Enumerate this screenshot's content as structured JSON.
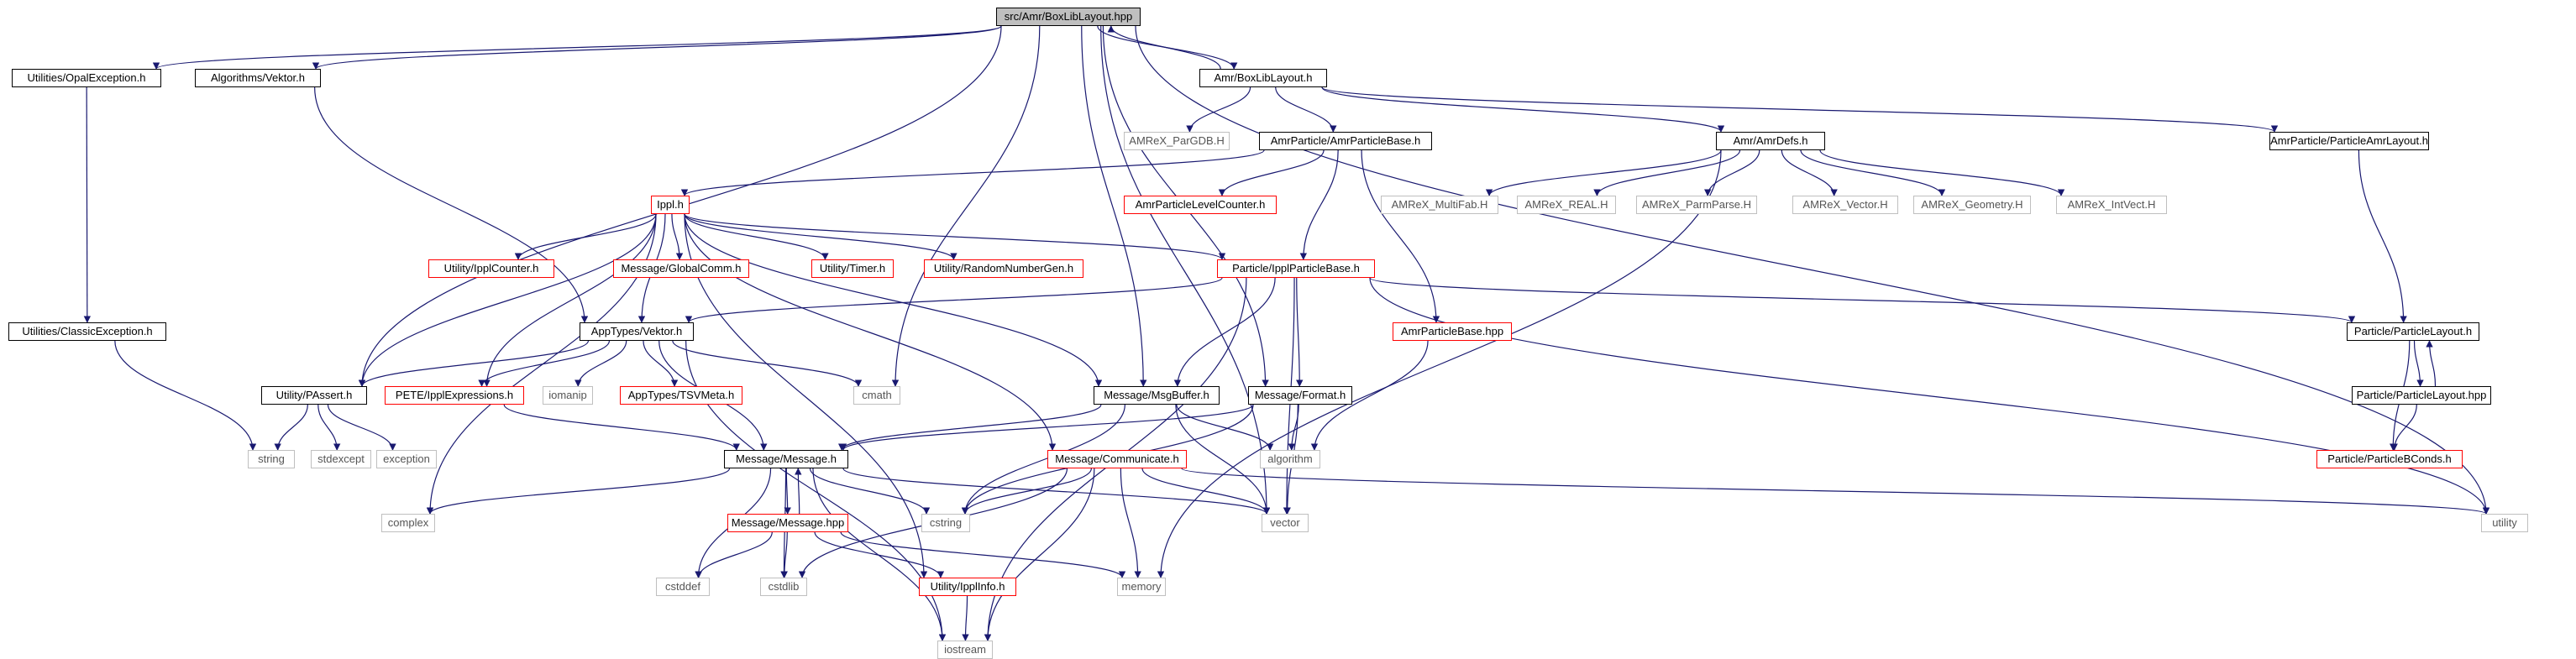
{
  "graph": {
    "title": "src/Amr/BoxLibLayout.hpp",
    "edge_color": "#191970",
    "colors": {
      "documented_border": "#000000",
      "truncated_border": "#ff0000",
      "external_border": "#bfbfbf",
      "root_fill": "#bfbfbf"
    },
    "nodes": [
      {
        "id": "root",
        "label": "src/Amr/BoxLibLayout.hpp",
        "kind": "root"
      },
      {
        "id": "opalexc",
        "label": "Utilities/OpalException.h",
        "kind": "doc"
      },
      {
        "id": "algvektor",
        "label": "Algorithms/Vektor.h",
        "kind": "doc"
      },
      {
        "id": "amrbll",
        "label": "Amr/BoxLibLayout.h",
        "kind": "doc"
      },
      {
        "id": "pargdb",
        "label": "AMReX_ParGDB.H",
        "kind": "ext"
      },
      {
        "id": "amrpb",
        "label": "AmrParticle/AmrParticleBase.h",
        "kind": "doc"
      },
      {
        "id": "amrdefs",
        "label": "Amr/AmrDefs.h",
        "kind": "doc"
      },
      {
        "id": "pal",
        "label": "AmrParticle/ParticleAmrLayout.h",
        "kind": "doc"
      },
      {
        "id": "ippl",
        "label": "Ippl.h",
        "kind": "trunc"
      },
      {
        "id": "aplc",
        "label": "AmrParticleLevelCounter.h",
        "kind": "trunc"
      },
      {
        "id": "multifab",
        "label": "AMReX_MultiFab.H",
        "kind": "ext"
      },
      {
        "id": "real",
        "label": "AMReX_REAL.H",
        "kind": "ext"
      },
      {
        "id": "parmparse",
        "label": "AMReX_ParmParse.H",
        "kind": "ext"
      },
      {
        "id": "amrvector",
        "label": "AMReX_Vector.H",
        "kind": "ext"
      },
      {
        "id": "geometry",
        "label": "AMReX_Geometry.H",
        "kind": "ext"
      },
      {
        "id": "intvect",
        "label": "AMReX_IntVect.H",
        "kind": "ext"
      },
      {
        "id": "ipplcounter",
        "label": "Utility/IpplCounter.h",
        "kind": "trunc"
      },
      {
        "id": "globalcomm",
        "label": "Message/GlobalComm.h",
        "kind": "trunc"
      },
      {
        "id": "timer",
        "label": "Utility/Timer.h",
        "kind": "trunc"
      },
      {
        "id": "rng",
        "label": "Utility/RandomNumberGen.h",
        "kind": "trunc"
      },
      {
        "id": "ipb",
        "label": "Particle/IpplParticleBase.h",
        "kind": "trunc"
      },
      {
        "id": "classicexc",
        "label": "Utilities/ClassicException.h",
        "kind": "doc"
      },
      {
        "id": "aptvektor",
        "label": "AppTypes/Vektor.h",
        "kind": "doc"
      },
      {
        "id": "apbhpp",
        "label": "AmrParticleBase.hpp",
        "kind": "trunc"
      },
      {
        "id": "playout",
        "label": "Particle/ParticleLayout.h",
        "kind": "doc"
      },
      {
        "id": "passert",
        "label": "Utility/PAssert.h",
        "kind": "doc"
      },
      {
        "id": "ipplexpr",
        "label": "PETE/IpplExpressions.h",
        "kind": "trunc"
      },
      {
        "id": "iomanip",
        "label": "iomanip",
        "kind": "ext"
      },
      {
        "id": "tsvmeta",
        "label": "AppTypes/TSVMeta.h",
        "kind": "trunc"
      },
      {
        "id": "cmath",
        "label": "cmath",
        "kind": "ext"
      },
      {
        "id": "msgbuffer",
        "label": "Message/MsgBuffer.h",
        "kind": "doc"
      },
      {
        "id": "format",
        "label": "Message/Format.h",
        "kind": "doc"
      },
      {
        "id": "playouthpp",
        "label": "Particle/ParticleLayout.hpp",
        "kind": "doc"
      },
      {
        "id": "string",
        "label": "string",
        "kind": "ext"
      },
      {
        "id": "stdexcept",
        "label": "stdexcept",
        "kind": "ext"
      },
      {
        "id": "exception",
        "label": "exception",
        "kind": "ext"
      },
      {
        "id": "messageh",
        "label": "Message/Message.h",
        "kind": "doc"
      },
      {
        "id": "communicate",
        "label": "Message/Communicate.h",
        "kind": "trunc"
      },
      {
        "id": "algorithm",
        "label": "algorithm",
        "kind": "ext"
      },
      {
        "id": "pbconds",
        "label": "Particle/ParticleBConds.h",
        "kind": "trunc"
      },
      {
        "id": "messagehpp",
        "label": "Message/Message.hpp",
        "kind": "trunc"
      },
      {
        "id": "complex",
        "label": "complex",
        "kind": "ext"
      },
      {
        "id": "cstring",
        "label": "cstring",
        "kind": "ext"
      },
      {
        "id": "vector",
        "label": "vector",
        "kind": "ext"
      },
      {
        "id": "utility",
        "label": "utility",
        "kind": "ext"
      },
      {
        "id": "memory",
        "label": "memory",
        "kind": "ext"
      },
      {
        "id": "cstddef",
        "label": "cstddef",
        "kind": "ext"
      },
      {
        "id": "cstdlib",
        "label": "cstdlib",
        "kind": "ext"
      },
      {
        "id": "ipplinfo",
        "label": "Utility/IpplInfo.h",
        "kind": "trunc"
      },
      {
        "id": "iostream",
        "label": "iostream",
        "kind": "ext"
      }
    ],
    "edges": [
      [
        "root",
        "opalexc"
      ],
      [
        "root",
        "algvektor"
      ],
      [
        "root",
        "amrbll"
      ],
      [
        "root",
        "passert"
      ],
      [
        "root",
        "msgbuffer"
      ],
      [
        "root",
        "cmath"
      ],
      [
        "root",
        "format"
      ],
      [
        "root",
        "vector"
      ],
      [
        "root",
        "utility"
      ],
      [
        "amrbll",
        "root"
      ],
      [
        "amrbll",
        "pargdb"
      ],
      [
        "amrbll",
        "amrpb"
      ],
      [
        "amrbll",
        "amrdefs"
      ],
      [
        "amrbll",
        "pal"
      ],
      [
        "opalexc",
        "classicexc"
      ],
      [
        "classicexc",
        "string"
      ],
      [
        "algvektor",
        "aptvektor"
      ],
      [
        "amrpb",
        "ippl"
      ],
      [
        "amrpb",
        "aplc"
      ],
      [
        "amrpb",
        "ipb"
      ],
      [
        "amrpb",
        "apbhpp"
      ],
      [
        "amrdefs",
        "multifab"
      ],
      [
        "amrdefs",
        "real"
      ],
      [
        "amrdefs",
        "parmparse"
      ],
      [
        "amrdefs",
        "amrvector"
      ],
      [
        "amrdefs",
        "geometry"
      ],
      [
        "amrdefs",
        "intvect"
      ],
      [
        "amrdefs",
        "memory"
      ],
      [
        "pal",
        "playout"
      ],
      [
        "ippl",
        "ipplcounter"
      ],
      [
        "ippl",
        "globalcomm"
      ],
      [
        "ippl",
        "timer"
      ],
      [
        "ippl",
        "rng"
      ],
      [
        "ippl",
        "ipb"
      ],
      [
        "ippl",
        "aptvektor"
      ],
      [
        "ippl",
        "passert"
      ],
      [
        "ippl",
        "ipplexpr"
      ],
      [
        "ippl",
        "msgbuffer"
      ],
      [
        "ippl",
        "communicate"
      ],
      [
        "ippl",
        "complex"
      ],
      [
        "ippl",
        "ipplinfo"
      ],
      [
        "ipb",
        "aptvektor"
      ],
      [
        "ipb",
        "msgbuffer"
      ],
      [
        "ipb",
        "format"
      ],
      [
        "ipb",
        "playout"
      ],
      [
        "ipb",
        "vector"
      ],
      [
        "ipb",
        "utility"
      ],
      [
        "ipb",
        "iostream"
      ],
      [
        "aptvektor",
        "passert"
      ],
      [
        "aptvektor",
        "ipplexpr"
      ],
      [
        "aptvektor",
        "iomanip"
      ],
      [
        "aptvektor",
        "tsvmeta"
      ],
      [
        "aptvektor",
        "cmath"
      ],
      [
        "aptvektor",
        "messageh"
      ],
      [
        "aptvektor",
        "iostream"
      ],
      [
        "passert",
        "string"
      ],
      [
        "passert",
        "stdexcept"
      ],
      [
        "passert",
        "exception"
      ],
      [
        "ipplexpr",
        "messageh"
      ],
      [
        "msgbuffer",
        "messageh"
      ],
      [
        "msgbuffer",
        "algorithm"
      ],
      [
        "msgbuffer",
        "vector"
      ],
      [
        "msgbuffer",
        "cstring"
      ],
      [
        "format",
        "messageh"
      ],
      [
        "format",
        "algorithm"
      ],
      [
        "format",
        "vector"
      ],
      [
        "format",
        "cstring"
      ],
      [
        "apbhpp",
        "algorithm"
      ],
      [
        "playout",
        "playouthpp"
      ],
      [
        "playout",
        "pbconds"
      ],
      [
        "playouthpp",
        "playout"
      ],
      [
        "playouthpp",
        "pbconds"
      ],
      [
        "messageh",
        "messagehpp"
      ],
      [
        "messageh",
        "complex"
      ],
      [
        "messageh",
        "cstring"
      ],
      [
        "messageh",
        "vector"
      ],
      [
        "messageh",
        "cstddef"
      ],
      [
        "messageh",
        "cstdlib"
      ],
      [
        "messageh",
        "iostream"
      ],
      [
        "messagehpp",
        "messageh"
      ],
      [
        "messagehpp",
        "cstddef"
      ],
      [
        "messagehpp",
        "cstdlib"
      ],
      [
        "messagehpp",
        "ipplinfo"
      ],
      [
        "messagehpp",
        "memory"
      ],
      [
        "communicate",
        "cstring"
      ],
      [
        "communicate",
        "vector"
      ],
      [
        "communicate",
        "utility"
      ],
      [
        "communicate",
        "memory"
      ],
      [
        "communicate",
        "cstdlib"
      ],
      [
        "communicate",
        "iostream"
      ],
      [
        "ipplinfo",
        "iostream"
      ]
    ]
  }
}
